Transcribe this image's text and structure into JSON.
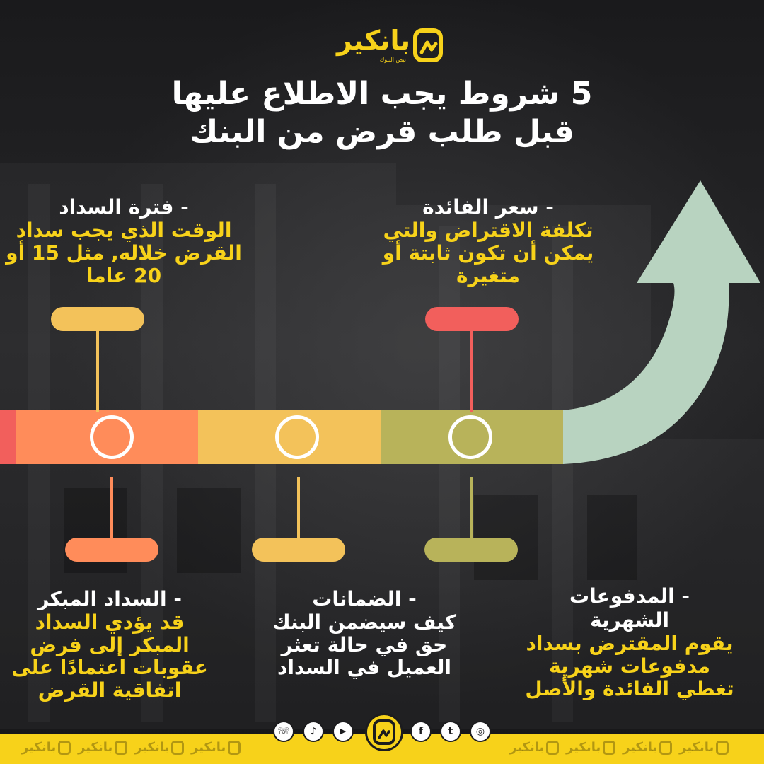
{
  "brand": {
    "name": "بانكير",
    "tagline": "نبض البنوك",
    "accent": "#f7d21a"
  },
  "title": {
    "line1": "5 شروط يجب الاطلاع عليها",
    "line2": "قبل طلب قرض من البنك"
  },
  "items": {
    "interest": {
      "head": "- سعر الفائدة",
      "body": [
        "تكلفة الاقتراض والتي",
        "يمكن أن تكون ثابتة أو",
        "متغيرة"
      ],
      "color": "#f25f5c"
    },
    "term": {
      "head": "- فترة السداد",
      "body": [
        "الوقت الذي يجب سداد",
        "القرض خلاله, مثل 15 أو",
        "20 عاما"
      ],
      "color": "#f3b55a"
    },
    "monthly": {
      "head": [
        "- المدفوعات",
        "الشهرية"
      ],
      "body": [
        "يقوم المقترض بسداد",
        "مدفوعات شهرية",
        "تغطي الفائدة والأصل"
      ],
      "color": "#b7b25a"
    },
    "collateral": {
      "head": "- الضمانات",
      "body": [
        "كيف سيضمن البنك",
        "حق في حالة تعثر",
        "العميل في السداد"
      ],
      "color": "#f3b55a"
    },
    "early": {
      "head": "- السداد المبكر",
      "body": [
        "قد يؤدي السداد",
        "المبكر إلى فرض",
        "عقوبات اعتمادًا على",
        "اتفاقية القرض"
      ],
      "color": "#ff8c5a"
    }
  },
  "timeline": {
    "segment_colors": [
      "#f25f5c",
      "#ff8c5a",
      "#f3c25a",
      "#b8b35a",
      "#b8d3c0"
    ],
    "arrow_color": "#b8d3c0"
  },
  "social": {
    "icons": [
      "whatsapp-icon",
      "tiktok-icon",
      "youtube-icon",
      "facebook-icon",
      "twitter-icon",
      "instagram-icon"
    ],
    "glyphs": [
      "☏",
      "♪",
      "▶",
      "f",
      "t",
      "◎"
    ]
  },
  "watermark": "بانكير"
}
